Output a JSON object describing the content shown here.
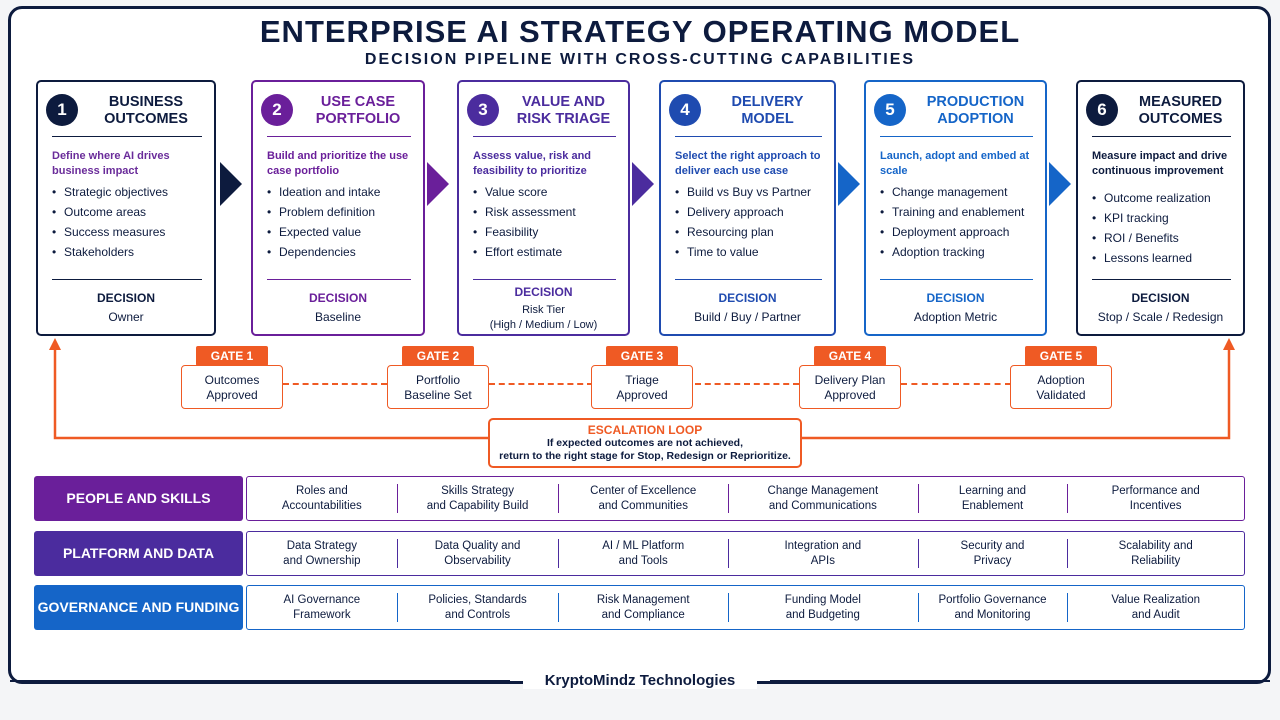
{
  "title": "ENTERPRISE AI STRATEGY OPERATING MODEL",
  "subtitle": "DECISION PIPELINE WITH CROSS-CUTTING CAPABILITIES",
  "stages": [
    {
      "num": "1",
      "title": "BUSINESS OUTCOMES",
      "description": "Define where AI drives business impact",
      "items": [
        "Strategic objectives",
        "Outcome areas",
        "Success measures",
        "Stakeholders"
      ],
      "decision_label": "DECISION",
      "decision_value": "Owner",
      "color": "#0d1b3e",
      "desc_color": "#6a2c9a"
    },
    {
      "num": "2",
      "title": "USE CASE PORTFOLIO",
      "description": "Build and prioritize the use case portfolio",
      "items": [
        "Ideation and intake",
        "Problem definition",
        "Expected value",
        "Dependencies"
      ],
      "decision_label": "DECISION",
      "decision_value": "Baseline",
      "color": "#6a1f9a",
      "desc_color": "#6a1f9a"
    },
    {
      "num": "3",
      "title": "VALUE AND RISK TRIAGE",
      "description": "Assess value, risk and feasibility to prioritize",
      "items": [
        "Value score",
        "Risk assessment",
        "Feasibility",
        "Effort estimate"
      ],
      "decision_label": "DECISION",
      "decision_value": "Risk Tier\n(High / Medium / Low)",
      "color": "#4b2c9e",
      "desc_color": "#4b2c9e"
    },
    {
      "num": "4",
      "title": "DELIVERY MODEL",
      "description": "Select the right approach to deliver each use case",
      "items": [
        "Build vs Buy vs Partner",
        "Delivery approach",
        "Resourcing plan",
        "Time to value"
      ],
      "decision_label": "DECISION",
      "decision_value": "Build / Buy / Partner",
      "color": "#1f4bb0",
      "desc_color": "#1f4bb0"
    },
    {
      "num": "5",
      "title": "PRODUCTION ADOPTION",
      "description": "Launch, adopt and embed at scale",
      "items": [
        "Change management",
        "Training and enablement",
        "Deployment approach",
        "Adoption tracking"
      ],
      "decision_label": "DECISION",
      "decision_value": "Adoption Metric",
      "color": "#1565c8",
      "desc_color": "#1565c8"
    },
    {
      "num": "6",
      "title": "MEASURED OUTCOMES",
      "description": "Measure impact and drive continuous improvement",
      "items": [
        "Outcome realization",
        "KPI tracking",
        "ROI / Benefits",
        "Lessons learned"
      ],
      "decision_label": "DECISION",
      "decision_value": "Stop / Scale / Redesign",
      "color": "#0d1b3e",
      "desc_color": "#0d1b3e"
    }
  ],
  "gates": [
    {
      "tag": "GATE 1",
      "text": "Outcomes\nApproved"
    },
    {
      "tag": "GATE 2",
      "text": "Portfolio\nBaseline Set"
    },
    {
      "tag": "GATE 3",
      "text": "Triage\nApproved"
    },
    {
      "tag": "GATE 4",
      "text": "Delivery Plan\nApproved"
    },
    {
      "tag": "GATE 5",
      "text": "Adoption\nValidated"
    }
  ],
  "escalation": {
    "title": "ESCALATION LOOP",
    "text_line1": "If expected outcomes are not achieved,",
    "text_line2": "return to the right stage for Stop, Redesign or Reprioritize."
  },
  "capabilities": [
    {
      "label": "PEOPLE AND SKILLS",
      "color": "#6a1f9a",
      "border": "#6a1f9a",
      "cells": [
        "Roles and\nAccountabilities",
        "Skills Strategy\nand Capability Build",
        "Center of Excellence\nand Communities",
        "Change Management\nand Communications",
        "Learning and\nEnablement",
        "Performance and\nIncentives"
      ]
    },
    {
      "label": "PLATFORM AND DATA",
      "color": "#4b2c9e",
      "border": "#4b2c9e",
      "cells": [
        "Data Strategy\nand Ownership",
        "Data Quality and\nObservability",
        "AI / ML Platform\nand Tools",
        "Integration and\nAPIs",
        "Security and\nPrivacy",
        "Scalability and\nReliability"
      ]
    },
    {
      "label": "GOVERNANCE AND FUNDING",
      "color": "#1565c8",
      "border": "#1565c8",
      "cells": [
        "AI Governance\nFramework",
        "Policies, Standards\nand Controls",
        "Risk Management\nand Compliance",
        "Funding Model\nand Budgeting",
        "Portfolio Governance\nand Monitoring",
        "Value Realization\nand Audit"
      ]
    }
  ],
  "footer": "KryptoMindz Technologies",
  "colors": {
    "orange": "#ef5a24",
    "navy": "#0d1b3e"
  }
}
